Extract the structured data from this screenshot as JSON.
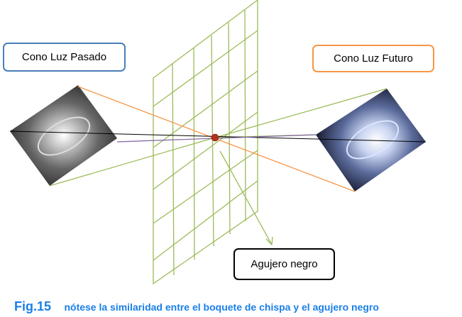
{
  "labels": {
    "past_cone": "Cono Luz Pasado",
    "future_cone": "Cono Luz Futuro",
    "black_hole": "Agujero negro"
  },
  "caption": {
    "figure": "Fig.15",
    "text": "nótese la similaridad entre el boquete de chispa y el agujero negro"
  },
  "colors": {
    "past_border": "#4a7ebb",
    "future_border": "#f79646",
    "grid": "#9bbb59",
    "caption": "#1a7fe8"
  }
}
